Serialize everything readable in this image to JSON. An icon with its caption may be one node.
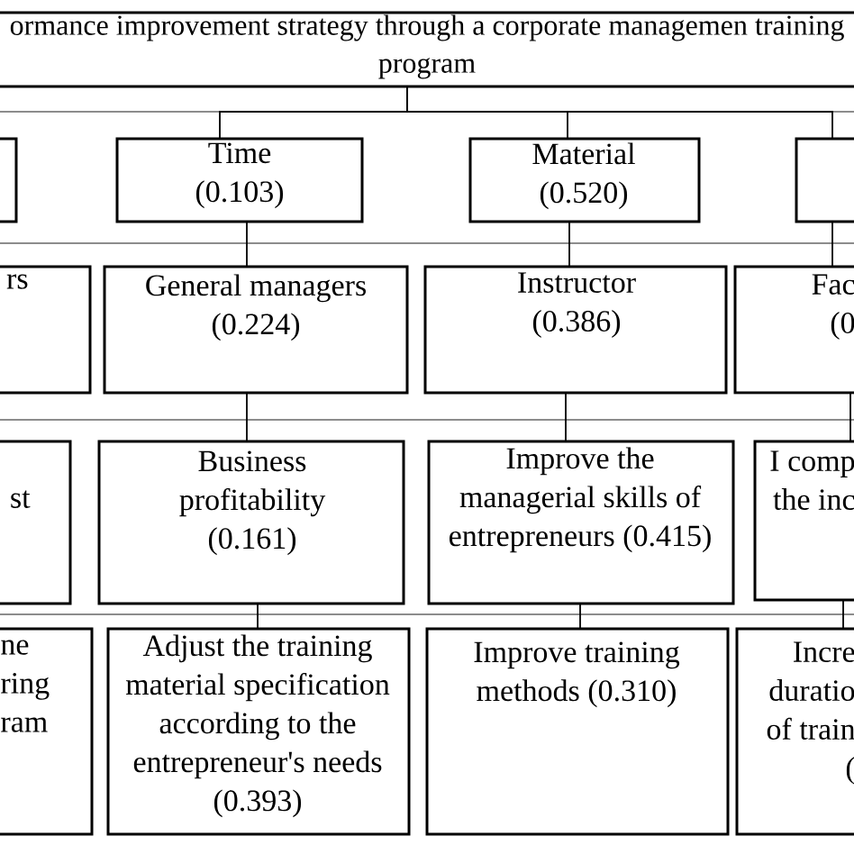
{
  "diagram": {
    "nodes": [
      {
        "text": [
          "ormance improvement strategy through a corporate managemen training program"
        ]
      },
      {
        "text": [],
        "shape": "box"
      },
      {
        "text": [
          "Time (0.103)"
        ]
      },
      {
        "text": [
          "Material (0.520)"
        ]
      },
      {
        "text": [],
        "shape": "box"
      },
      {
        "text": [
          "rs"
        ]
      },
      {
        "text": [
          "General managers (0.224)"
        ]
      },
      {
        "text": [
          "Instructor (0.386)"
        ]
      },
      {
        "text": [
          "Fac (0"
        ]
      },
      {
        "text": [
          "st"
        ]
      },
      {
        "text": [
          "Business profitability (0.161)"
        ]
      },
      {
        "text": [
          "Improve the managerial skills of entrepreneurs (0.415)"
        ]
      },
      {
        "text": [
          "I comp the inc"
        ]
      },
      {
        "text": [
          "ne ring ram"
        ]
      },
      {
        "text": [
          "Adjust the training material specification according to the entrepreneur's needs (0.393)"
        ]
      },
      {
        "text": [
          "Improve training methods (0.310)"
        ]
      },
      {
        "text": [
          "Incre duratio of train ("
        ]
      }
    ],
    "edges": [
      {
        "from": 0,
        "to": 2,
        "arrow": "none"
      },
      {
        "from": 0,
        "to": 3,
        "arrow": "none"
      },
      {
        "from": 0,
        "to": 4,
        "arrow": "none"
      },
      {
        "from": 2,
        "to": 6,
        "arrow": "none"
      },
      {
        "from": 3,
        "to": 7,
        "arrow": "none"
      },
      {
        "from": 4,
        "to": 8,
        "arrow": "none"
      },
      {
        "from": 6,
        "to": 10,
        "arrow": "none"
      },
      {
        "from": 7,
        "to": 11,
        "arrow": "none"
      },
      {
        "from": 8,
        "to": 12,
        "arrow": "none"
      },
      {
        "from": 10,
        "to": 14,
        "arrow": "none"
      },
      {
        "from": 11,
        "to": 15,
        "arrow": "none"
      },
      {
        "from": 12,
        "to": 16,
        "arrow": "none"
      }
    ]
  }
}
